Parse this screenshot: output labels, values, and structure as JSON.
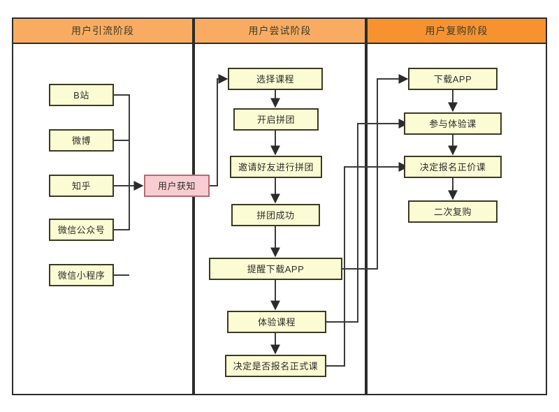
{
  "diagram": {
    "title_text": "",
    "colors": {
      "lane_header_light": "#f9ac61",
      "lane_header_strong": "#f79231",
      "node_fill": "#fcfcd4",
      "node_border": "#3a3a20",
      "highlight_fill": "#f8cdd2",
      "highlight_border": "#b56a72",
      "frame_border": "#2b2b2b",
      "connector": "#3a3a3a"
    },
    "lanes": [
      {
        "id": "lane-acquisition",
        "label": "用户引流阶段",
        "header_color": "#f9ac61"
      },
      {
        "id": "lane-trial",
        "label": "用户尝试阶段",
        "header_color": "#f9ac61"
      },
      {
        "id": "lane-repurchase",
        "label": "用户复购阶段",
        "header_color": "#f79231"
      }
    ],
    "nodes": {
      "bilibili": "B站",
      "weibo": "微博",
      "zhihu": "知乎",
      "wechat_official": "微信公众号",
      "wechat_miniprogram": "微信小程序",
      "user_aware": "用户获知",
      "select_course": "选择课程",
      "start_group": "开启拼团",
      "invite_friends": "邀请好友进行拼团",
      "group_success": "拼团成功",
      "remind_download_app": "提醒下载APP",
      "trial_course": "体验课程",
      "decide_enroll_formal": "决定是否报名正式课",
      "download_app": "下载APP",
      "join_trial_class": "参与体验课",
      "decide_enroll_full_price": "决定报名正价课",
      "second_repurchase": "二次复购"
    }
  }
}
